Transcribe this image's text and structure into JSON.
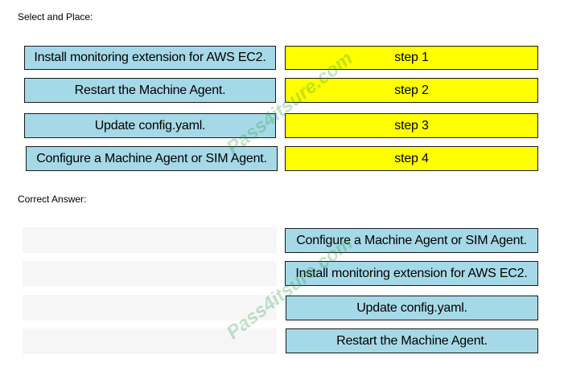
{
  "select_place": {
    "heading": "Select and Place:",
    "items": [
      "Install monitoring extension for AWS EC2.",
      "Restart the Machine Agent.",
      "Update config.yaml.",
      "Configure a Machine Agent or SIM Agent."
    ],
    "steps": [
      "step 1",
      "step 2",
      "step 3",
      "step 4"
    ]
  },
  "correct_answer": {
    "heading": "Correct Answer:",
    "answers": [
      "Configure a Machine Agent or SIM Agent.",
      "Install monitoring extension for AWS EC2.",
      "Update config.yaml.",
      "Restart the Machine Agent."
    ]
  },
  "watermark": {
    "text": "Pass4itsure.com"
  },
  "colors": {
    "item_fill": "#a6d9e8",
    "step_fill": "#ffff00",
    "border": "#1a1a1a"
  }
}
